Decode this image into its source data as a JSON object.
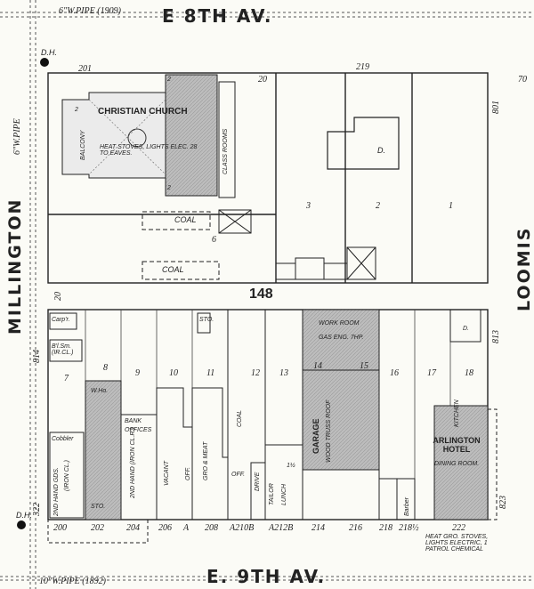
{
  "streets": {
    "north": "E 8TH AV.",
    "south": "E. 9TH AV.",
    "west": "MILLINGTON",
    "east": "LOOMIS"
  },
  "pipes": {
    "north": "6\"W.PIPE (1909)",
    "south": "10\"W.PIPE (1892)",
    "west": "6\"W.PIPE"
  },
  "hydrants": [
    "D.H.",
    "D.H."
  ],
  "block_number": "148",
  "church": {
    "name": "CHRISTIAN CHURCH",
    "details": "HEAT STOVES, LIGHTS ELEC. 28 TO EAVES.",
    "class_rooms": "CLASS ROOMS",
    "balcony": "BALCONY",
    "stories": [
      "2",
      "2",
      "2"
    ]
  },
  "north_half": {
    "addresses": [
      "201",
      "219",
      "20",
      "801",
      "70",
      "20"
    ],
    "lots": [
      "3",
      "2",
      "1",
      "6"
    ],
    "coal_sheds": [
      "COAL",
      "COAL"
    ],
    "dwelling": "D."
  },
  "south_half": {
    "lots": [
      "7",
      "8",
      "9",
      "10",
      "11",
      "12",
      "13",
      "14",
      "15",
      "16",
      "17",
      "18"
    ],
    "addresses_bottom": [
      "200",
      "202",
      "204",
      "206",
      "A",
      "208",
      "A210B",
      "A212B",
      "214",
      "216",
      "218",
      "218½",
      "222"
    ],
    "addresses_side": [
      "814",
      "322",
      "823",
      "813"
    ],
    "labels": {
      "carpenter": "Carp'r.",
      "bl_sm": "B'l.Sm. (IR.CL.)",
      "w_ho": "W.Ho.",
      "cobbler": "Cobbler",
      "cobbler_sub": "(IRON CL.)",
      "second_hand": "2ND HAND GDS.",
      "bank": "BANK",
      "offices": "OFFICES",
      "second_hand_2": "2ND HAND (IRON CL.R.)",
      "vacant": "VACANT",
      "office": "OFF.",
      "gro_meat": "GRO & MEAT",
      "coal": "COAL",
      "drive": "DRIVE",
      "tailor": "TAILOR",
      "lunch": "LUNCH",
      "garage": "GARAGE",
      "garage_sub": "WOOD TRUSS ROOF",
      "work_room": "WORK ROOM",
      "gas_eng": "GAS ENG. 7HP.",
      "barber": "Barber",
      "hotel": "ARLINGTON HOTEL",
      "dining": "DINING ROOM.",
      "kitchen": "KITCHEN",
      "hotel_note": "HEAT GRO. STOVES, LIGHTS ELECTRIC, 1 PATROL CHEMICAL",
      "sto": "STO.",
      "d": "D.",
      "ofc_1": "OFF.",
      "story_1_half": "1½",
      "store": "STO."
    }
  }
}
